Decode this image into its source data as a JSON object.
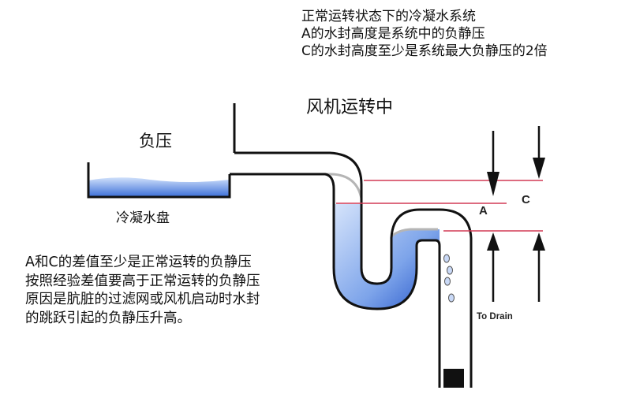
{
  "header": {
    "lines": [
      "正常运转状态下的冷凝水系统",
      "A的水封高度是系统中的负静压",
      "C的水封高度至少是系统最大负静压的2倍"
    ]
  },
  "labels": {
    "fan_running": "风机运转中",
    "negative_pressure": "负压",
    "drain_pan": "冷凝水盘",
    "a": "A",
    "c": "C",
    "to_drain": "To Drain"
  },
  "notes": {
    "lines": [
      "A和C的差值至少是正常运转的负静压",
      "按照经验差值要高于正常运转的负静压",
      "原因是肮脏的过滤网或风机启动时水封",
      "的跳跃引起的负静压升高。"
    ]
  },
  "colors": {
    "water": "#7fa8e6",
    "water_dark": "#1f5bd0",
    "pipe": "#111111",
    "level_line": "#d23a55"
  }
}
